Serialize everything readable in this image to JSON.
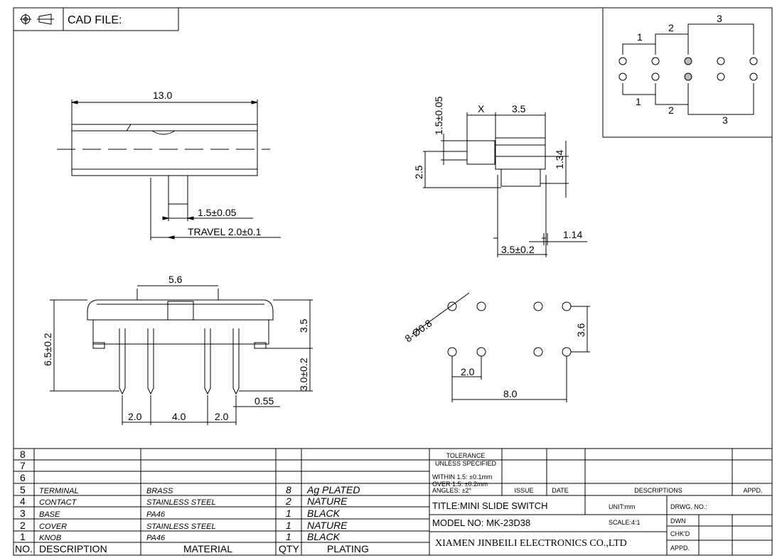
{
  "header": {
    "cad_label": "CAD FILE:"
  },
  "top_view": {
    "width_dim": "13.0",
    "pin_width_dim": "1.5±0.05",
    "travel_dim": "TRAVEL 2.0±0.1"
  },
  "side_view": {
    "x_dim": "X",
    "top_dim": "3.5",
    "knob_dim": "1.5±0.05",
    "height_dim": "2.5",
    "step_dim": "1.34",
    "pin_dim": "1.14",
    "bottom_dim": "3.5±0.2"
  },
  "front_view": {
    "knob_dim": "5.6",
    "total_height_dim": "6.5±0.2",
    "body_height_dim": "3.5",
    "leg_dim": "3.0±0.2",
    "pin_thick_dim": "0.55",
    "pitch_left": "2.0",
    "pitch_mid": "4.0",
    "pitch_right": "2.0"
  },
  "footprint": {
    "hole_dim": "8-Ø0.8",
    "row_dim": "3.6",
    "pitch_dim": "2.0",
    "span_dim": "8.0"
  },
  "schematic": {
    "labels": [
      "1",
      "2",
      "3",
      "1",
      "2",
      "3"
    ]
  },
  "bom": {
    "row_numbers": [
      "8",
      "7",
      "6"
    ],
    "header": {
      "no": "NO.",
      "description": "DESCRIPTION",
      "material": "MATERIAL",
      "qty": "QTY",
      "plating": "PLATING"
    },
    "parts": [
      {
        "no": "5",
        "description": "TERMINAL",
        "material": "BRASS",
        "qty": "8",
        "plating": "Ag PLATED"
      },
      {
        "no": "4",
        "description": "CONTACT",
        "material": "STAINLESS STEEL",
        "qty": "2",
        "plating": "NATURE"
      },
      {
        "no": "3",
        "description": "BASE",
        "material": "PA46",
        "qty": "1",
        "plating": "BLACK"
      },
      {
        "no": "2",
        "description": "COVER",
        "material": "STAINLESS STEEL",
        "qty": "1",
        "plating": "NATURE"
      },
      {
        "no": "1",
        "description": "KNOB",
        "material": "PA46",
        "qty": "1",
        "plating": "BLACK"
      }
    ]
  },
  "title_block": {
    "tolerance_1": "TOLERANCE",
    "tolerance_2": "UNLESS SPECIFIED",
    "within": "WITHIN 1.5: ±0.1mm",
    "over": "OVER 1.5:  ±0.2mm",
    "angles": "ANGLES: ±2°",
    "issue": "ISSUE",
    "date": "DATE",
    "descriptions": "DESCRIPTIONS",
    "appd_col": "APPD.",
    "title": "TITLE:MINI SLIDE SWITCH",
    "unit": "UNIT:mm",
    "drwg_no": "DRWG. NO.:",
    "model": "MODEL NO: MK-23D38",
    "scale": "SCALE:4:1",
    "dwn": "DWN",
    "chkd": "CHK'D",
    "company": "XIAMEN JINBEILI ELECTRONICS CO.,LTD",
    "appd": "APPD."
  }
}
